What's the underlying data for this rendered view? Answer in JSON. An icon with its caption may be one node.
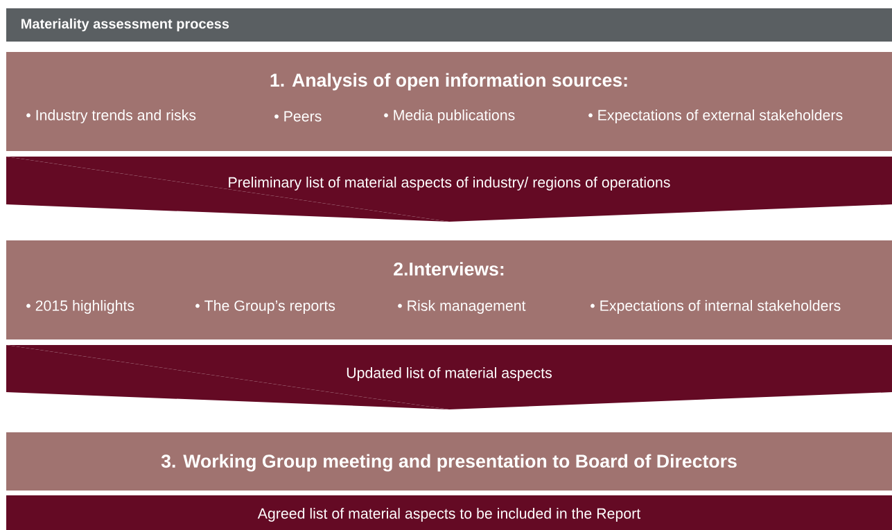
{
  "diagram": {
    "title": "Materiality assessment process",
    "nodes": [
      {
        "text": [
          "1. Analysis of open information sources:",
          "• Industry trends and risks",
          "• Peers",
          "• Media publications",
          "• Expectations of external stakeholders"
        ]
      },
      {
        "text": [
          "Preliminary list of material aspects of industry/ regions of operations"
        ]
      },
      {
        "text": [
          "2.Interviews:",
          "• 2015 highlights",
          "• The Group’s reports",
          "• Risk management",
          "• Expectations of internal stakeholders"
        ]
      },
      {
        "text": [
          "Updated list of material aspects"
        ]
      },
      {
        "text": [
          "3. Working Group meeting and presentation to Board of Directors"
        ]
      },
      {
        "text": [
          "Agreed list of material aspects to be included in the Report"
        ]
      }
    ]
  }
}
